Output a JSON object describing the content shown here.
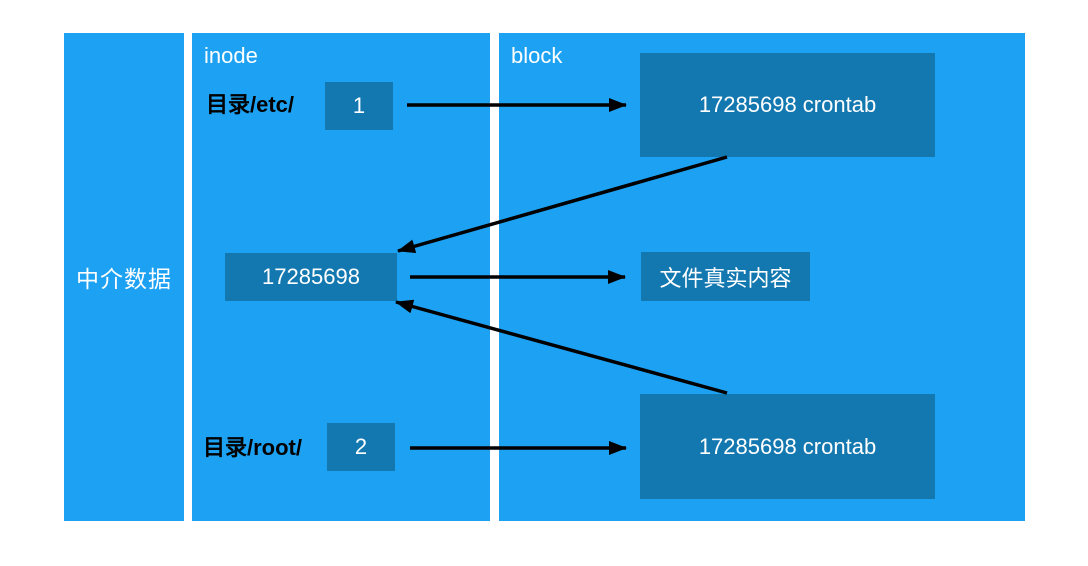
{
  "diagram": {
    "title_context": "inode-block hard link diagram",
    "panels": {
      "metadata": {
        "label": "中介数据"
      },
      "inode": {
        "label": "inode"
      },
      "block": {
        "label": "block"
      }
    },
    "nodes": {
      "dir_etc": {
        "label": "目录/etc/"
      },
      "ref1": {
        "value": "1"
      },
      "inode_entry": {
        "value": "17285698"
      },
      "dir_root": {
        "label": "目录/root/"
      },
      "ref2": {
        "value": "2"
      },
      "block_top": {
        "label": "17285698 crontab"
      },
      "file_content": {
        "label": "文件真实内容"
      },
      "block_bottom": {
        "label": "17285698 crontab"
      }
    },
    "connections": [
      {
        "from": "ref1",
        "to": "block_top"
      },
      {
        "from": "block_top",
        "to": "inode_entry"
      },
      {
        "from": "inode_entry",
        "to": "file_content"
      },
      {
        "from": "block_bottom",
        "to": "inode_entry"
      },
      {
        "from": "ref2",
        "to": "block_bottom"
      }
    ],
    "colors": {
      "panel_blue": "#1da1f2",
      "box_blue": "#1478b0",
      "arrow_black": "#000000",
      "text_white": "#ffffff",
      "text_black": "#000000"
    }
  }
}
